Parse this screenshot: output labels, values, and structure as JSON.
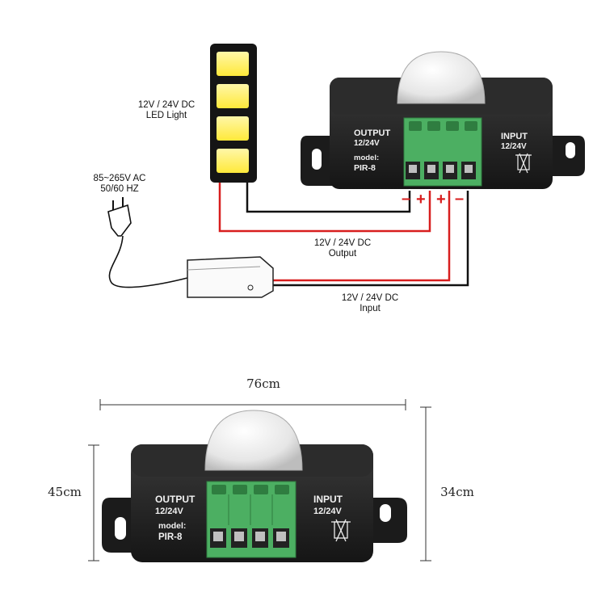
{
  "diagram": {
    "led_light": {
      "voltage": "12V / 24V DC",
      "name": "LED Light"
    },
    "mains": {
      "voltage": "85~265V AC",
      "frequency": "50/60 HZ"
    },
    "output_wire": {
      "voltage": "12V / 24V DC",
      "label": "Output"
    },
    "input_wire": {
      "voltage": "12V / 24V DC",
      "label": "Input"
    },
    "device": {
      "output_title": "OUTPUT",
      "output_voltage": "12/24V",
      "input_title": "INPUT",
      "input_voltage": "12/24V",
      "model_label": "model:",
      "model_value": "PIR-8"
    },
    "polarity": [
      "–",
      "+",
      "+",
      "–"
    ],
    "colors": {
      "positive_wire": "#d81e1e",
      "negative_wire": "#111111",
      "terminal": "#4caf62",
      "housing": "#1e1e1e"
    }
  },
  "dimensions": {
    "width": "76cm",
    "height_left": "45cm",
    "height_right": "34cm"
  }
}
